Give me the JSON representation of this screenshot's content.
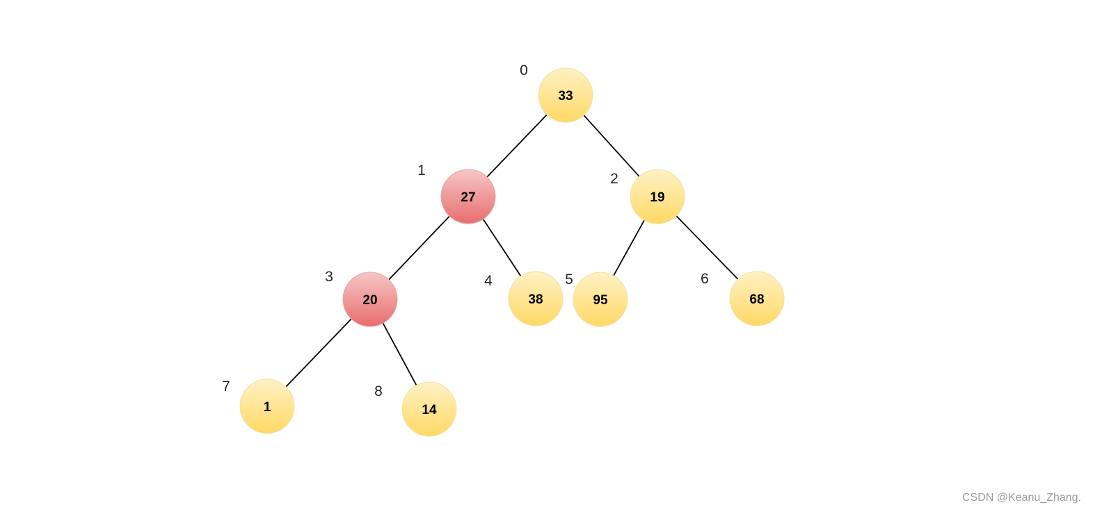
{
  "tree": {
    "colors": {
      "highlight": "#e86e6e",
      "highlight_light": "#f6c6c6",
      "normal": "#ffd966",
      "normal_light": "#fff1c4",
      "edge": "#000000"
    },
    "nodes": [
      {
        "index": "0",
        "value": "33",
        "highlighted": false
      },
      {
        "index": "1",
        "value": "27",
        "highlighted": true
      },
      {
        "index": "2",
        "value": "19",
        "highlighted": false
      },
      {
        "index": "3",
        "value": "20",
        "highlighted": true
      },
      {
        "index": "4",
        "value": "38",
        "highlighted": false
      },
      {
        "index": "5",
        "value": "95",
        "highlighted": false
      },
      {
        "index": "6",
        "value": "68",
        "highlighted": false
      },
      {
        "index": "7",
        "value": "1",
        "highlighted": false
      },
      {
        "index": "8",
        "value": "14",
        "highlighted": false
      }
    ],
    "edges": [
      [
        "0",
        "1"
      ],
      [
        "0",
        "2"
      ],
      [
        "1",
        "3"
      ],
      [
        "1",
        "4"
      ],
      [
        "2",
        "5"
      ],
      [
        "2",
        "6"
      ],
      [
        "3",
        "7"
      ],
      [
        "3",
        "8"
      ]
    ]
  },
  "watermark": "CSDN @Keanu_Zhang."
}
